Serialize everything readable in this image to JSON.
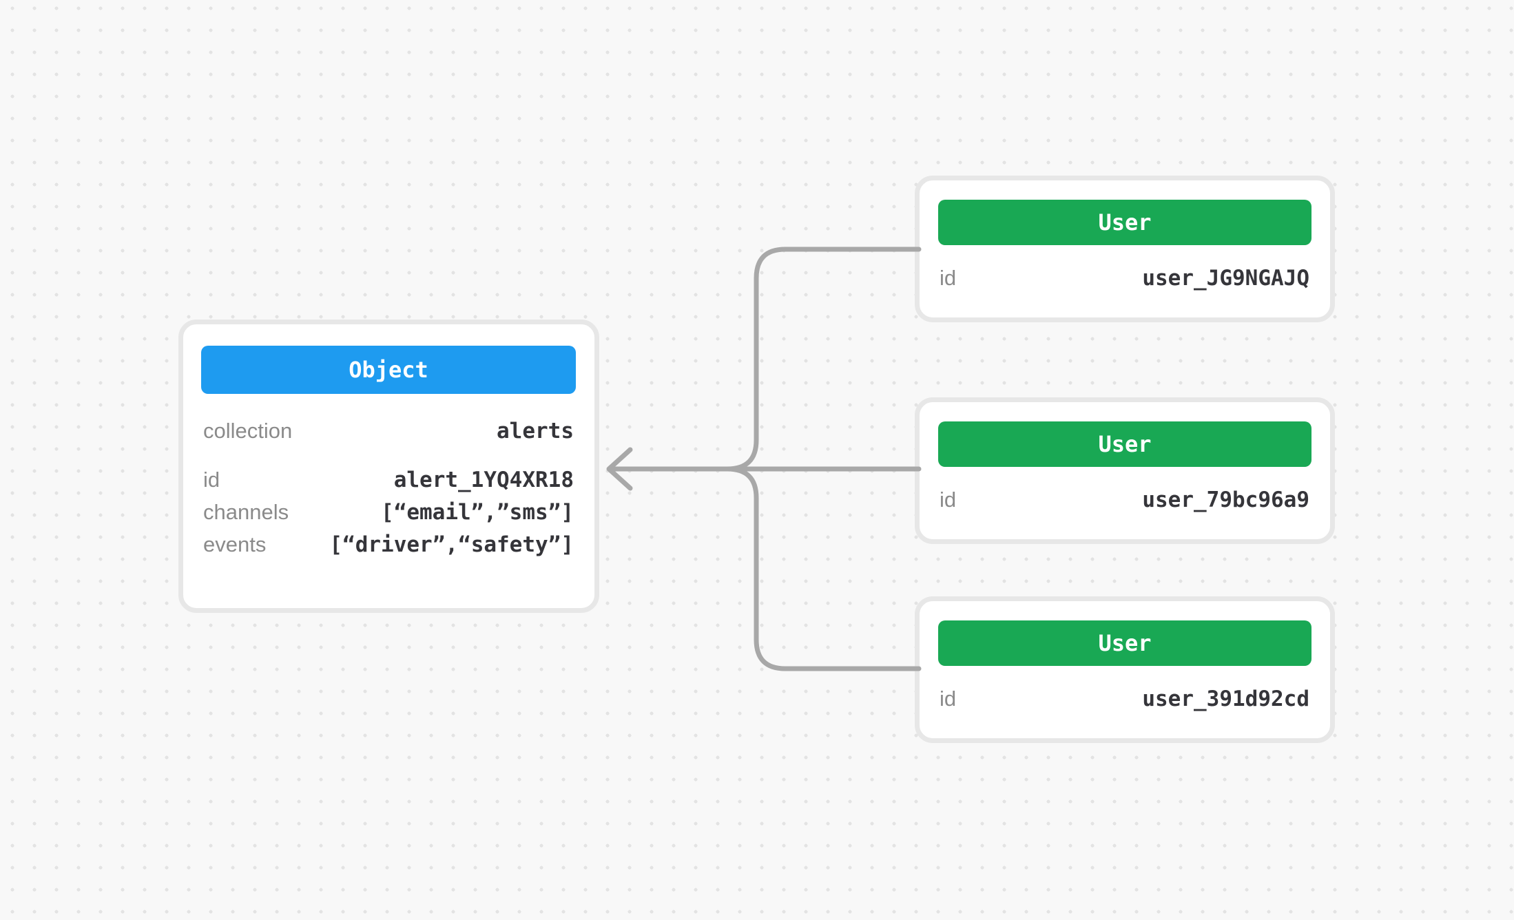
{
  "colors": {
    "object_header": "#1E9BF0",
    "user_header": "#19A854",
    "connector": "#A8A8A8",
    "card_border": "#E7E7E7",
    "background": "#F8F8F8",
    "label_text": "#8A8A8A",
    "value_text": "#35353A"
  },
  "object_card": {
    "title": "Object",
    "rows": [
      {
        "label": "collection",
        "value": "alerts"
      },
      {
        "label": "id",
        "value": "alert_1YQ4XR18"
      },
      {
        "label": "channels",
        "value": "[“email”,”sms”]"
      },
      {
        "label": "events",
        "value": "[“driver”,“safety”]"
      }
    ]
  },
  "user_cards": [
    {
      "title": "User",
      "rows": [
        {
          "label": "id",
          "value": "user_JG9NGAJQ"
        }
      ]
    },
    {
      "title": "User",
      "rows": [
        {
          "label": "id",
          "value": "user_79bc96a9"
        }
      ]
    },
    {
      "title": "User",
      "rows": [
        {
          "label": "id",
          "value": "user_391d92cd"
        }
      ]
    }
  ]
}
